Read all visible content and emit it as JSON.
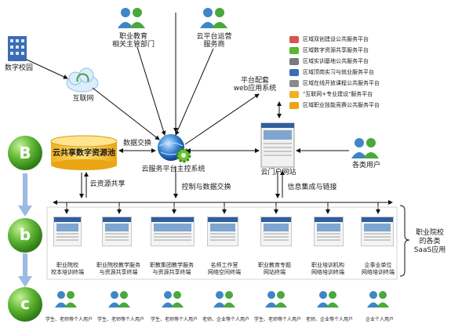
{
  "stages": [
    "B",
    "b",
    "c"
  ],
  "top": {
    "campus": "数字校园",
    "internet": "互联网",
    "authority": "职业教育\n相关主管部门",
    "operator": "云平台运营\n服务商",
    "webapp": "平台配套\nweb应用系统"
  },
  "services": [
    "区域双创建设公共服务平台",
    "区域数字资源共享服务平台",
    "区域实训基地公共服务平台",
    "区域顶岗实习与就业服务平台",
    "区域在线开放课程公共服务平台",
    "\"互联网+专业建设\"服务平台",
    "区域职业技能竞赛公共服务平台"
  ],
  "middle": {
    "resource_pool": "云共享数字资源池",
    "data_exchange": "数据交换",
    "control_system": "云服务平台主控系统",
    "portal": "云门户网站",
    "users": "各类用户",
    "resource_share": "云资源共享",
    "control_exchange": "控制与数据交换",
    "info_integration": "信息集成与链接"
  },
  "terminals": [
    "职业院校\n校本培训终端",
    "职业院校教学服务\n与资源共享终端",
    "职教集团教学服务\n与资源共享终端",
    "名师工作室\n网络空间终端",
    "职业教育专题\n网站终端",
    "职业培训机构\n网络培训终端",
    "企事业单位\n网络培训终端"
  ],
  "saas_label": "职业院校\n的各类\nSaaS应用",
  "user_groups": [
    "学生、老师等个人用户",
    "学生、老师等个人用户",
    "学生、老师等个人用户",
    "老师、企业等个人用户",
    "学生、老师等个人用户",
    "老师、企业等个人用户",
    "企业个人用户"
  ],
  "colors": {
    "stage_green": "#5cb531",
    "arrow": "#111111",
    "down_arrow": "#9bbbe3",
    "pool": "#f5c33b",
    "person_head": "#3f86c7",
    "person_body": "#4aa83d"
  }
}
